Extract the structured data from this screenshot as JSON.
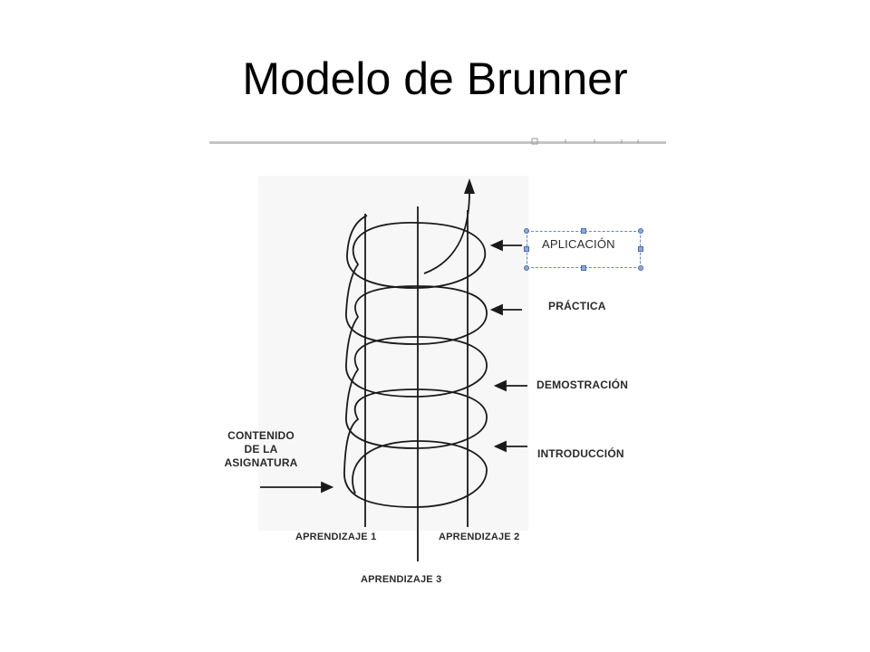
{
  "slide": {
    "title": "Modelo de Brunner"
  },
  "diagram": {
    "stage_labels": {
      "aplicacion": "APLICACIÓN",
      "practica": "PRÁCTICA",
      "demostracion": "DEMOSTRACIÓN",
      "introduccion": "INTRODUCCIÓN"
    },
    "content_label": {
      "line1": "CONTENIDO",
      "line2": "DE LA",
      "line3": "ASIGNATURA"
    },
    "axis_labels": {
      "aprendizaje_1": "APRENDIZAJE 1",
      "aprendizaje_2": "APRENDIZAJE 2",
      "aprendizaje_3": "APRENDIZAJE 3"
    }
  }
}
